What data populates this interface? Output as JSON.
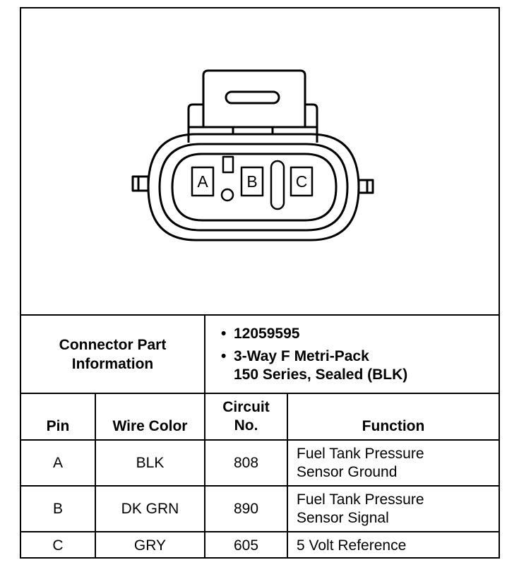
{
  "connector": {
    "pins": [
      "A",
      "B",
      "C"
    ]
  },
  "part_info": {
    "label_line1": "Connector Part",
    "label_line2": "Information",
    "items": [
      {
        "line1": "12059595",
        "line2": ""
      },
      {
        "line1": "3-Way F Metri-Pack",
        "line2": "150 Series, Sealed (BLK)"
      }
    ]
  },
  "table": {
    "headers": {
      "pin": "Pin",
      "wire_color": "Wire Color",
      "circuit_line1": "Circuit",
      "circuit_line2": "No.",
      "function": "Function"
    },
    "rows": [
      {
        "pin": "A",
        "wire_color": "BLK",
        "circuit": "808",
        "function_line1": "Fuel Tank Pressure",
        "function_line2": "Sensor Ground"
      },
      {
        "pin": "B",
        "wire_color": "DK GRN",
        "circuit": "890",
        "function_line1": "Fuel Tank Pressure",
        "function_line2": "Sensor Signal"
      },
      {
        "pin": "C",
        "wire_color": "GRY",
        "circuit": "605",
        "function_line1": "5 Volt Reference",
        "function_line2": ""
      }
    ]
  }
}
